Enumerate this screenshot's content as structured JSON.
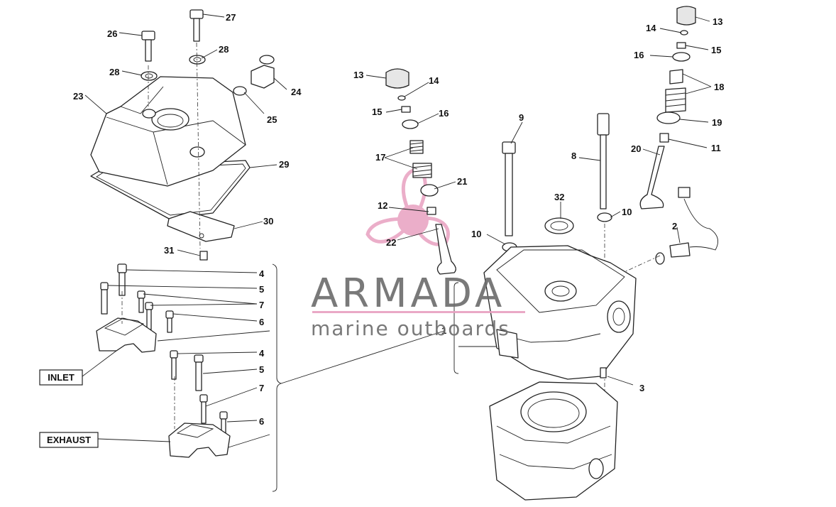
{
  "watermark": {
    "brand": "ARMADA",
    "tagline": "marine outboards",
    "accent_color": "#e8a0c0",
    "text_color": "#6b6b6b"
  },
  "tags": {
    "inlet": "INLET",
    "exhaust": "EXHAUST"
  },
  "callouts": {
    "c27": "27",
    "c26": "26",
    "c28a": "28",
    "c28b": "28",
    "c24": "24",
    "c23": "23",
    "c25": "25",
    "c29": "29",
    "c30": "30",
    "c31": "31",
    "c13a": "13",
    "c14a": "14",
    "c15a": "15",
    "c16a": "16",
    "c17": "17",
    "c21": "21",
    "c12": "12",
    "c22": "22",
    "c9": "9",
    "c8": "8",
    "c32": "32",
    "c10a": "10",
    "c10b": "10",
    "c13b": "13",
    "c14b": "14",
    "c15b": "15",
    "c16b": "16",
    "c18": "18",
    "c19": "19",
    "c11": "11",
    "c20": "20",
    "c2": "2",
    "c1": "1",
    "c3": "3",
    "c4a": "4",
    "c5a": "5",
    "c7a": "7",
    "c6a": "6",
    "c4b": "4",
    "c5b": "5",
    "c7b": "7",
    "c6b": "6"
  }
}
